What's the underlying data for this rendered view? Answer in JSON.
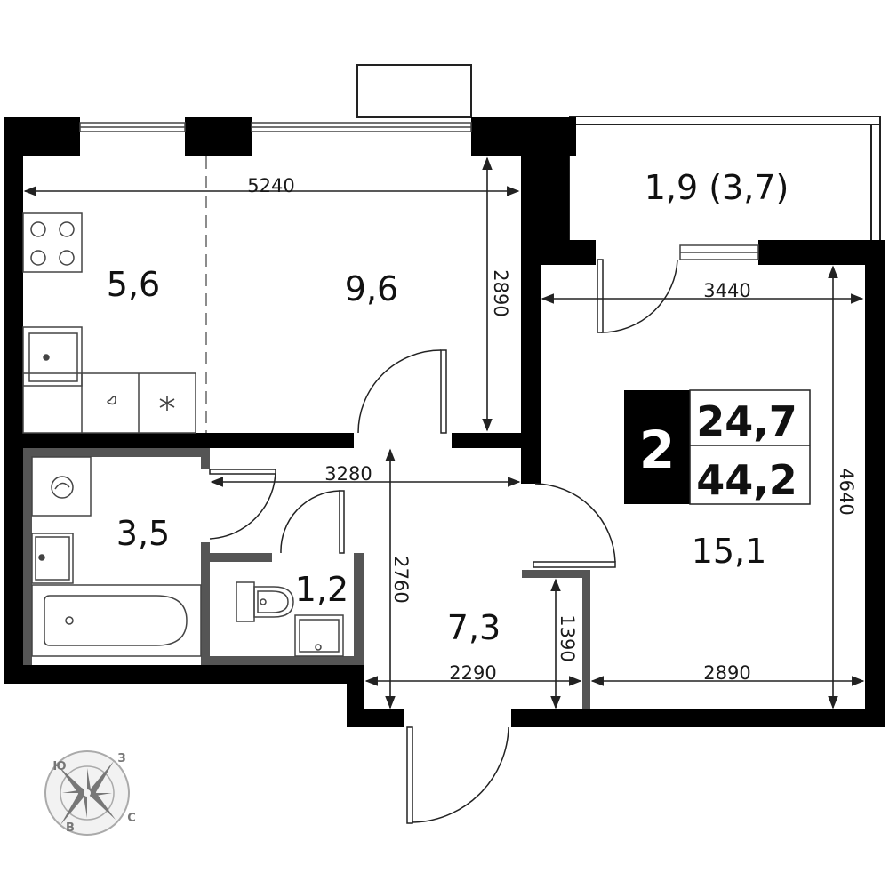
{
  "rooms_count": "2",
  "living_area": "24,7",
  "total_area": "44,2",
  "rooms": {
    "kitchen": "5,6",
    "living": "9,6",
    "bathroom": "3,5",
    "toilet": "1,2",
    "hall": "7,3",
    "bedroom": "15,1",
    "balcony": "1,9 (3,7)"
  },
  "dimensions": {
    "kitchen_living_width": "5240",
    "kitchen_living_depth": "2890",
    "bedroom_width": "3440",
    "bedroom_depth": "4640",
    "hall_width": "3280",
    "hall_depth": "2760",
    "hall_bottom_width": "2290",
    "closet_depth": "1390",
    "bedroom_bottom_width": "2890"
  },
  "compass": {
    "west": "З",
    "south": "Ю",
    "east": "В",
    "north": "С"
  },
  "colors": {
    "wall": "#000000",
    "partition": "#555555",
    "fixture_line": "#444444",
    "dimension_line": "#222222"
  }
}
